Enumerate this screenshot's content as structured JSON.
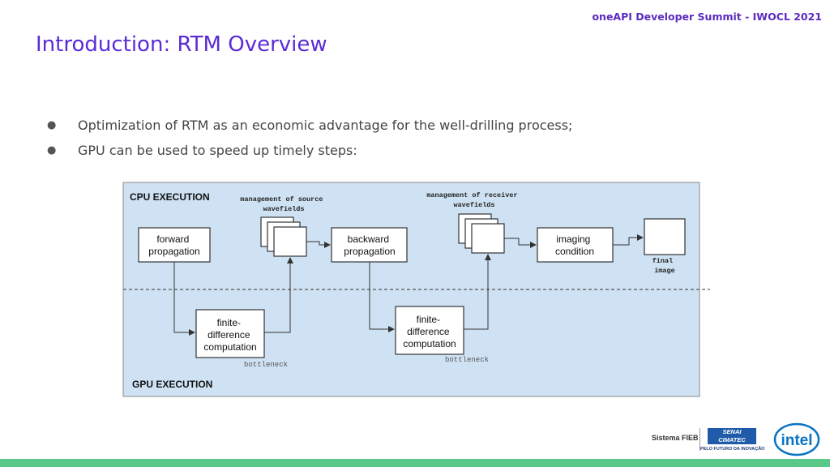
{
  "header": {
    "summit": "oneAPI Developer Summit - IWOCL 2021",
    "title": "Introduction: RTM Overview"
  },
  "bullets": [
    "Optimization of RTM as an economic advantage for the well-drilling process;",
    "GPU can be used to speed up timely steps:"
  ],
  "diagram": {
    "cpu_label": "CPU EXECUTION",
    "gpu_label": "GPU EXECUTION",
    "forward": [
      "forward",
      "propagation"
    ],
    "backward": [
      "backward",
      "propagation"
    ],
    "imaging": [
      "imaging",
      "condition"
    ],
    "fd1": [
      "finite-",
      "difference",
      "computation"
    ],
    "fd2": [
      "finite-",
      "difference",
      "computation"
    ],
    "source_mgmt": [
      "management of source",
      "wavefields"
    ],
    "receiver_mgmt": [
      "management of receiver",
      "wavefields"
    ],
    "final_image": [
      "final",
      "image"
    ],
    "bottleneck1": "bottleneck",
    "bottleneck2": "bottleneck",
    "colors": {
      "panel": "#cfe2f3",
      "panel_border": "#888888",
      "box_fill": "#ffffff",
      "stroke": "#333333"
    }
  },
  "footer": {
    "sistema": "Sistema FIEB",
    "senai_line1": "SENAI",
    "senai_line2": "CIMATEC",
    "senai_tagline": "PELO FUTURO DA INOVAÇÃO",
    "intel": "intel"
  }
}
